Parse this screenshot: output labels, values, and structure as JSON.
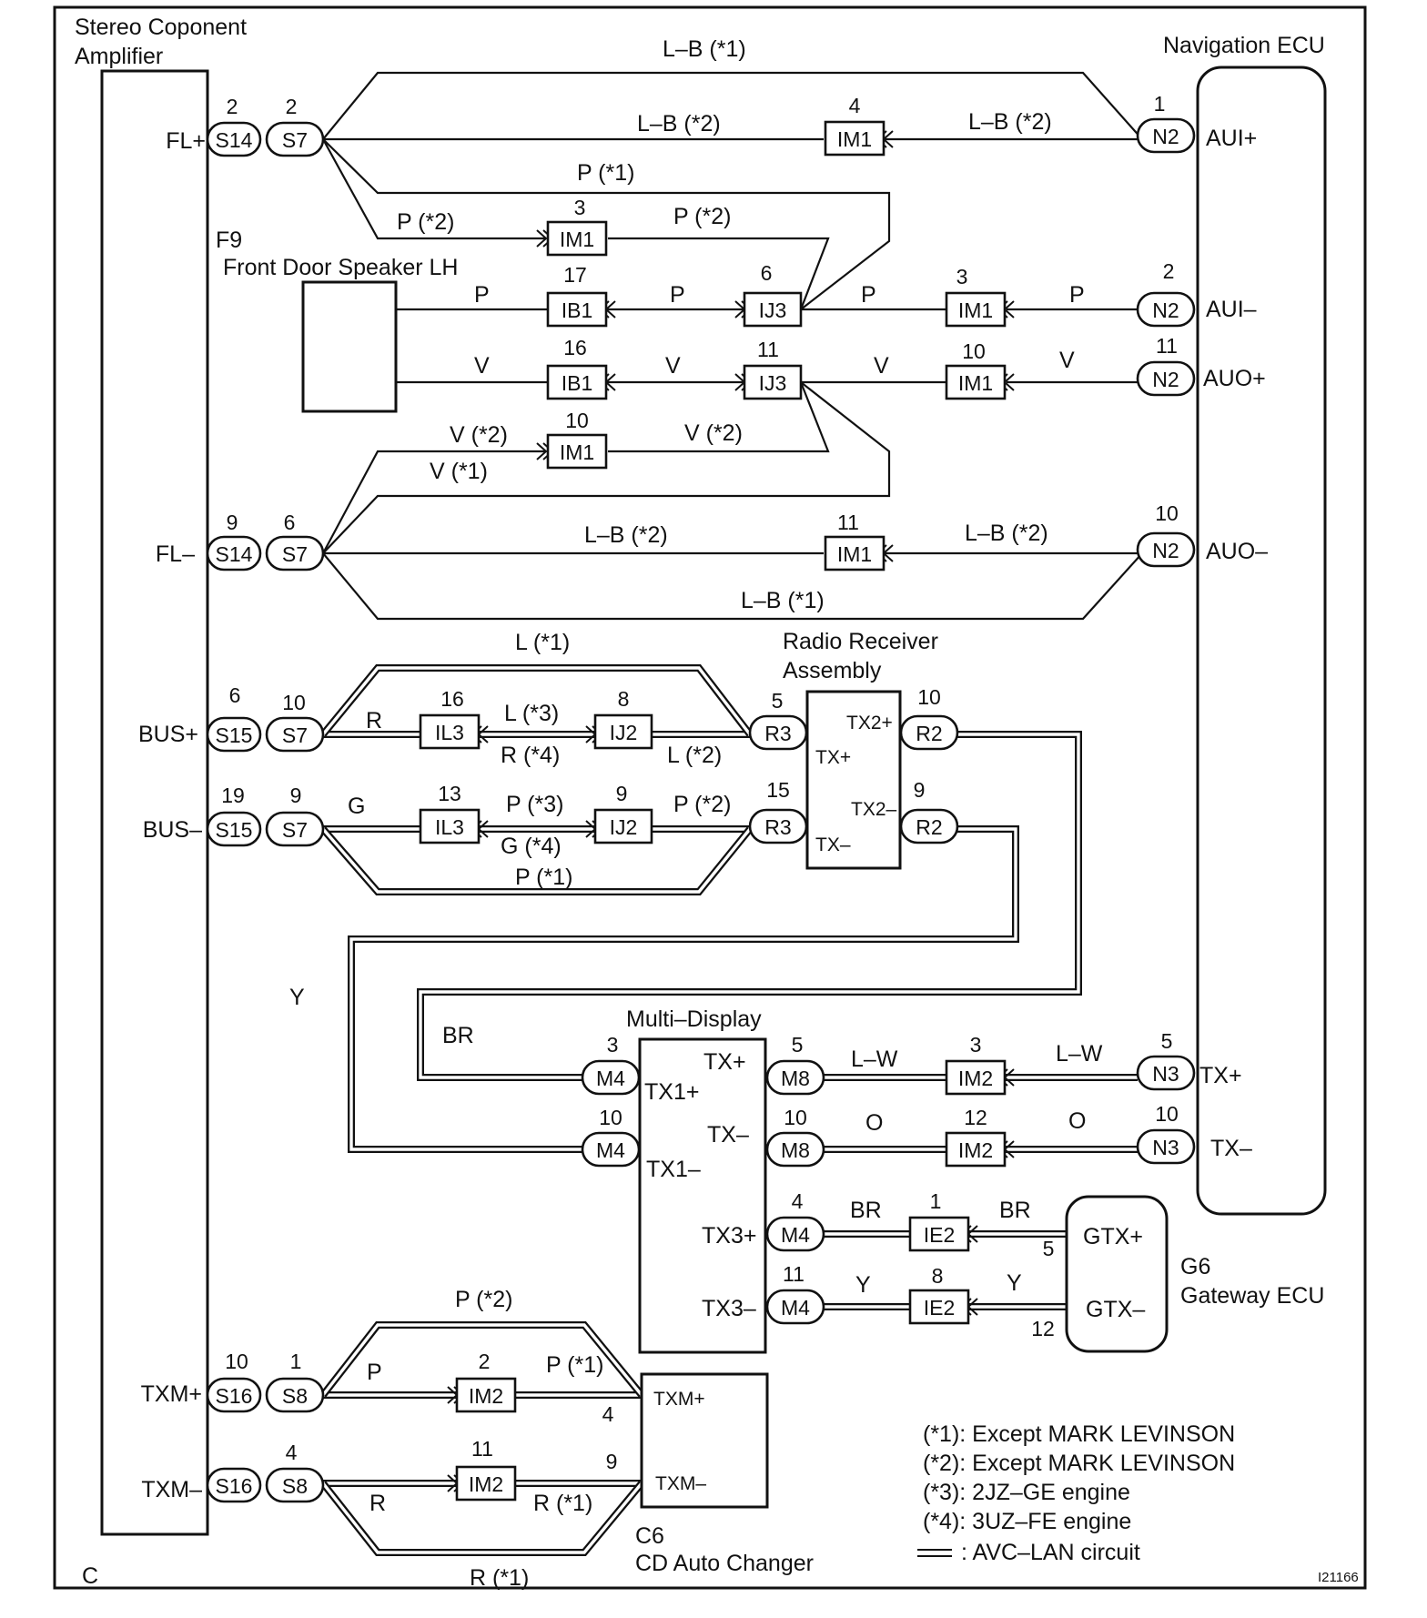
{
  "frame": {
    "corner_label": "C",
    "figure_id": "I21166"
  },
  "components": {
    "amplifier": {
      "title_line1": "Stereo Coponent",
      "title_line2": "Amplifier"
    },
    "nav_ecu": {
      "title": "Navigation ECU"
    },
    "speaker": {
      "code": "F9",
      "title": "Front Door Speaker LH"
    },
    "radio": {
      "title_line1": "Radio Receiver",
      "title_line2": "Assembly"
    },
    "multi_display": {
      "title": "Multi–Display"
    },
    "gateway": {
      "code": "G6",
      "title": "Gateway ECU"
    },
    "cd_changer": {
      "code": "C6",
      "title": "CD Auto Changer"
    }
  },
  "pins": {
    "fl_plus": "FL+",
    "fl_minus": "FL–",
    "bus_plus": "BUS+",
    "bus_minus": "BUS–",
    "txm_plus": "TXM+",
    "txm_minus": "TXM–",
    "aui_plus": "AUI+",
    "aui_minus": "AUI–",
    "auo_plus": "AUO+",
    "auo_minus": "AUO–",
    "nav_tx_plus": "TX+",
    "nav_tx_minus": "TX–",
    "radio_tx2_plus": "TX2+",
    "radio_tx_plus": "TX+",
    "radio_tx2_minus": "TX2–",
    "radio_tx_minus": "TX–",
    "md_tx_plus": "TX+",
    "md_tx1_plus": "TX1+",
    "md_tx_minus": "TX–",
    "md_tx1_minus": "TX1–",
    "md_tx3_plus": "TX3+",
    "md_tx3_minus": "TX3–",
    "gw_gtx_plus": "GTX+",
    "gw_gtx_minus": "GTX–",
    "cd_txm_plus": "TXM+",
    "cd_txm_minus": "TXM–"
  },
  "connectors": {
    "S14": "S14",
    "S7": "S7",
    "S15": "S15",
    "S16": "S16",
    "S8": "S8",
    "N2": "N2",
    "N3": "N3",
    "R3": "R3",
    "R2": "R2",
    "M4": "M4",
    "M8": "M8",
    "IM1": "IM1",
    "IM2": "IM2",
    "IB1": "IB1",
    "IJ3": "IJ3",
    "IL3": "IL3",
    "IJ2": "IJ2",
    "IE2": "IE2"
  },
  "wire_colors": {
    "lb_1": "L–B (*1)",
    "lb_2": "L–B (*2)",
    "p": "P",
    "p_1": "P (*1)",
    "p_2": "P (*2)",
    "p_3": "P (*3)",
    "v": "V",
    "v_1": "V (*1)",
    "v_2": "V (*2)",
    "r": "R",
    "r_1": "R (*1)",
    "r_4": "R (*4)",
    "l_1": "L (*1)",
    "l_2": "L (*2)",
    "l_3": "L (*3)",
    "g": "G",
    "g_4": "G (*4)",
    "y": "Y",
    "br": "BR",
    "lw": "L–W",
    "o": "O"
  },
  "pin_numbers": {
    "n1": "1",
    "n2": "2",
    "n3": "3",
    "n4": "4",
    "n5": "5",
    "n6": "6",
    "n8": "8",
    "n9": "9",
    "n10": "10",
    "n11": "11",
    "n12": "12",
    "n13": "13",
    "n15": "15",
    "n16": "16",
    "n17": "17",
    "n19": "19"
  },
  "legend": {
    "note1": "(*1): Except MARK LEVINSON",
    "note2": "(*2): Except MARK LEVINSON",
    "note3": "(*3): 2JZ–GE engine",
    "note4": "(*4): 3UZ–FE engine",
    "avc": ": AVC–LAN circuit"
  }
}
